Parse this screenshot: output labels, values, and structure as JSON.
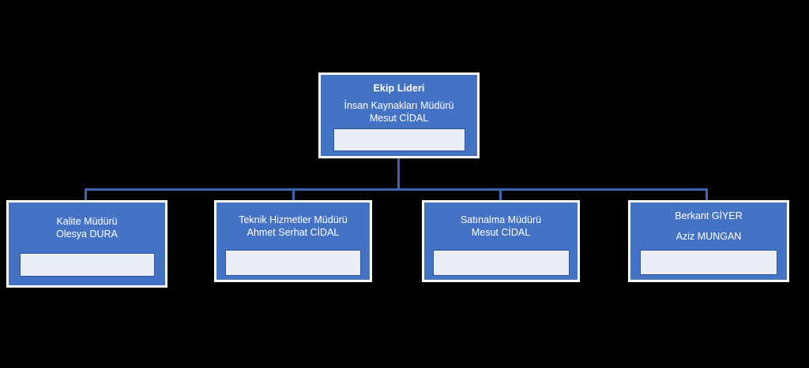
{
  "chart_data": {
    "type": "org-chart",
    "title": "",
    "orientation": "top-down",
    "background_color": "#000000",
    "node_fill_color": "#4472C4",
    "node_border_color": "#FFFFFF",
    "connector_color": "#3A66B5",
    "field_fill_color": "#EAEEF7",
    "field_border_color": "#2F5597",
    "text_color": "#FFFFFF",
    "levels": 2,
    "root": {
      "id": "root",
      "title": "Ekip Lideri",
      "title_bold": true,
      "lines": [
        "İnsan Kaynakları Müdürü",
        "Mesut CİDAL"
      ],
      "field_value": "",
      "field_placeholder": ""
    },
    "children": [
      {
        "id": "child-0",
        "title": "",
        "lines": [
          "Kalite Müdürü",
          "Olesya DURA"
        ],
        "field_value": "",
        "field_placeholder": ""
      },
      {
        "id": "child-1",
        "title": "",
        "lines": [
          "Teknik Hizmetler Müdürü",
          "Ahmet Serhat CİDAL"
        ],
        "field_value": "",
        "field_placeholder": ""
      },
      {
        "id": "child-2",
        "title": "",
        "lines": [
          "Satınalma Müdürü",
          "Mesut CİDAL"
        ],
        "field_value": "",
        "field_placeholder": ""
      },
      {
        "id": "child-3",
        "title": "",
        "lines": [
          "Berkant GİYER",
          "Aziz MUNGAN"
        ],
        "field_value": "",
        "field_placeholder": ""
      }
    ]
  }
}
